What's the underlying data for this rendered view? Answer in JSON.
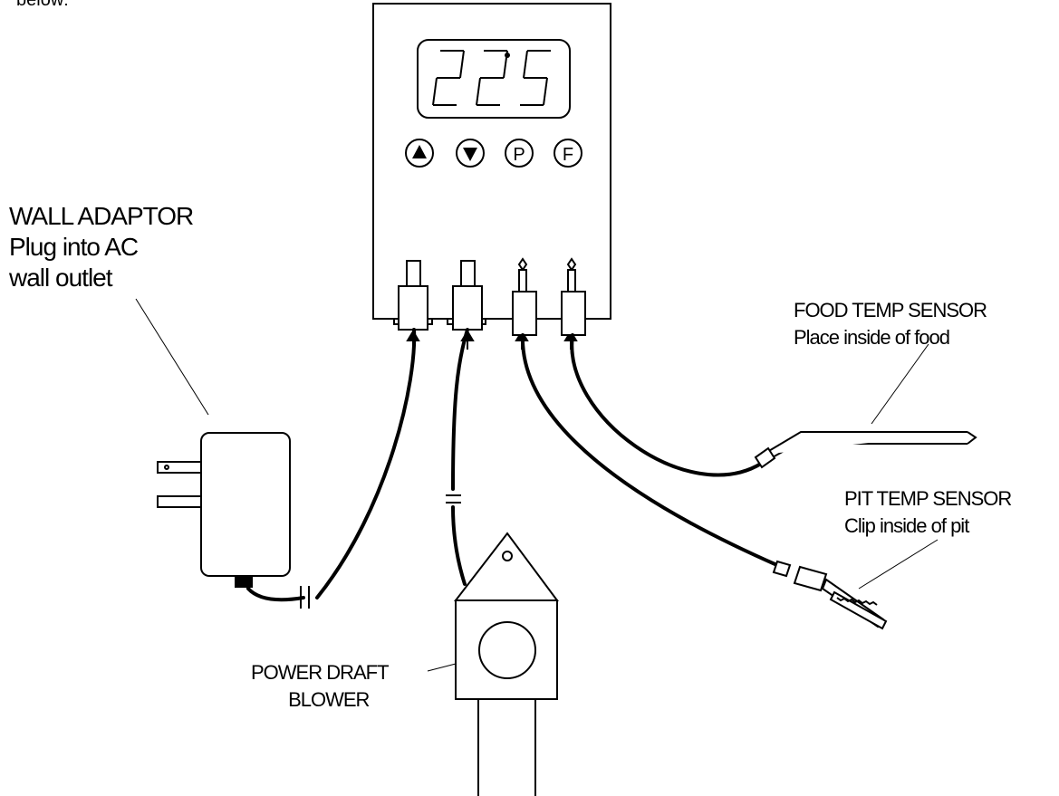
{
  "top_fragment": "below:",
  "display": {
    "reading": "225",
    "degree_symbol": "°"
  },
  "buttons": [
    {
      "name": "up",
      "label": "",
      "icon": "up-triangle-icon"
    },
    {
      "name": "down",
      "label": "",
      "icon": "down-triangle-icon"
    },
    {
      "name": "program",
      "label": "P"
    },
    {
      "name": "function",
      "label": "F"
    }
  ],
  "labels": {
    "wall_adaptor": [
      "WALL ADAPTOR",
      "Plug into AC",
      "wall outlet"
    ],
    "food_temp_sensor": [
      "FOOD TEMP SENSOR",
      "Place inside of food"
    ],
    "pit_temp_sensor": [
      "PIT TEMP SENSOR",
      "Clip inside of pit"
    ],
    "power_draft_blower": [
      "POWER DRAFT",
      "BLOWER"
    ]
  },
  "colors": {
    "ink": "#000000",
    "paper": "#ffffff"
  }
}
